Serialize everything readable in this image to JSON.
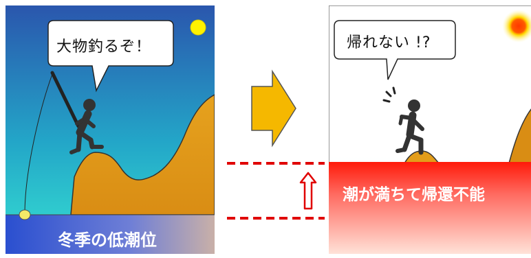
{
  "left_panel": {
    "speech": "大物釣るぞ！",
    "band_label": "冬季の低潮位"
  },
  "right_panel": {
    "speech": "帰れない !?",
    "band_label": "潮が満ちて帰還不能"
  },
  "colors": {
    "left_sky_top": "#2b5fb0",
    "left_sky_bottom": "#2fd8d0",
    "mountain": "#e39d1a",
    "low_tide_water": "#2f53c8",
    "high_tide_band": "#ff1010",
    "arrow": "#f5b800",
    "dashed_line": "#e00000",
    "sun_left": "#fff200",
    "sun_right": "#ff4000",
    "figure": "#333333"
  },
  "icons": [
    "sun-icon",
    "person-fishing-icon",
    "person-running-icon",
    "right-arrow-icon",
    "up-arrow-icon",
    "surprise-marks-icon"
  ]
}
